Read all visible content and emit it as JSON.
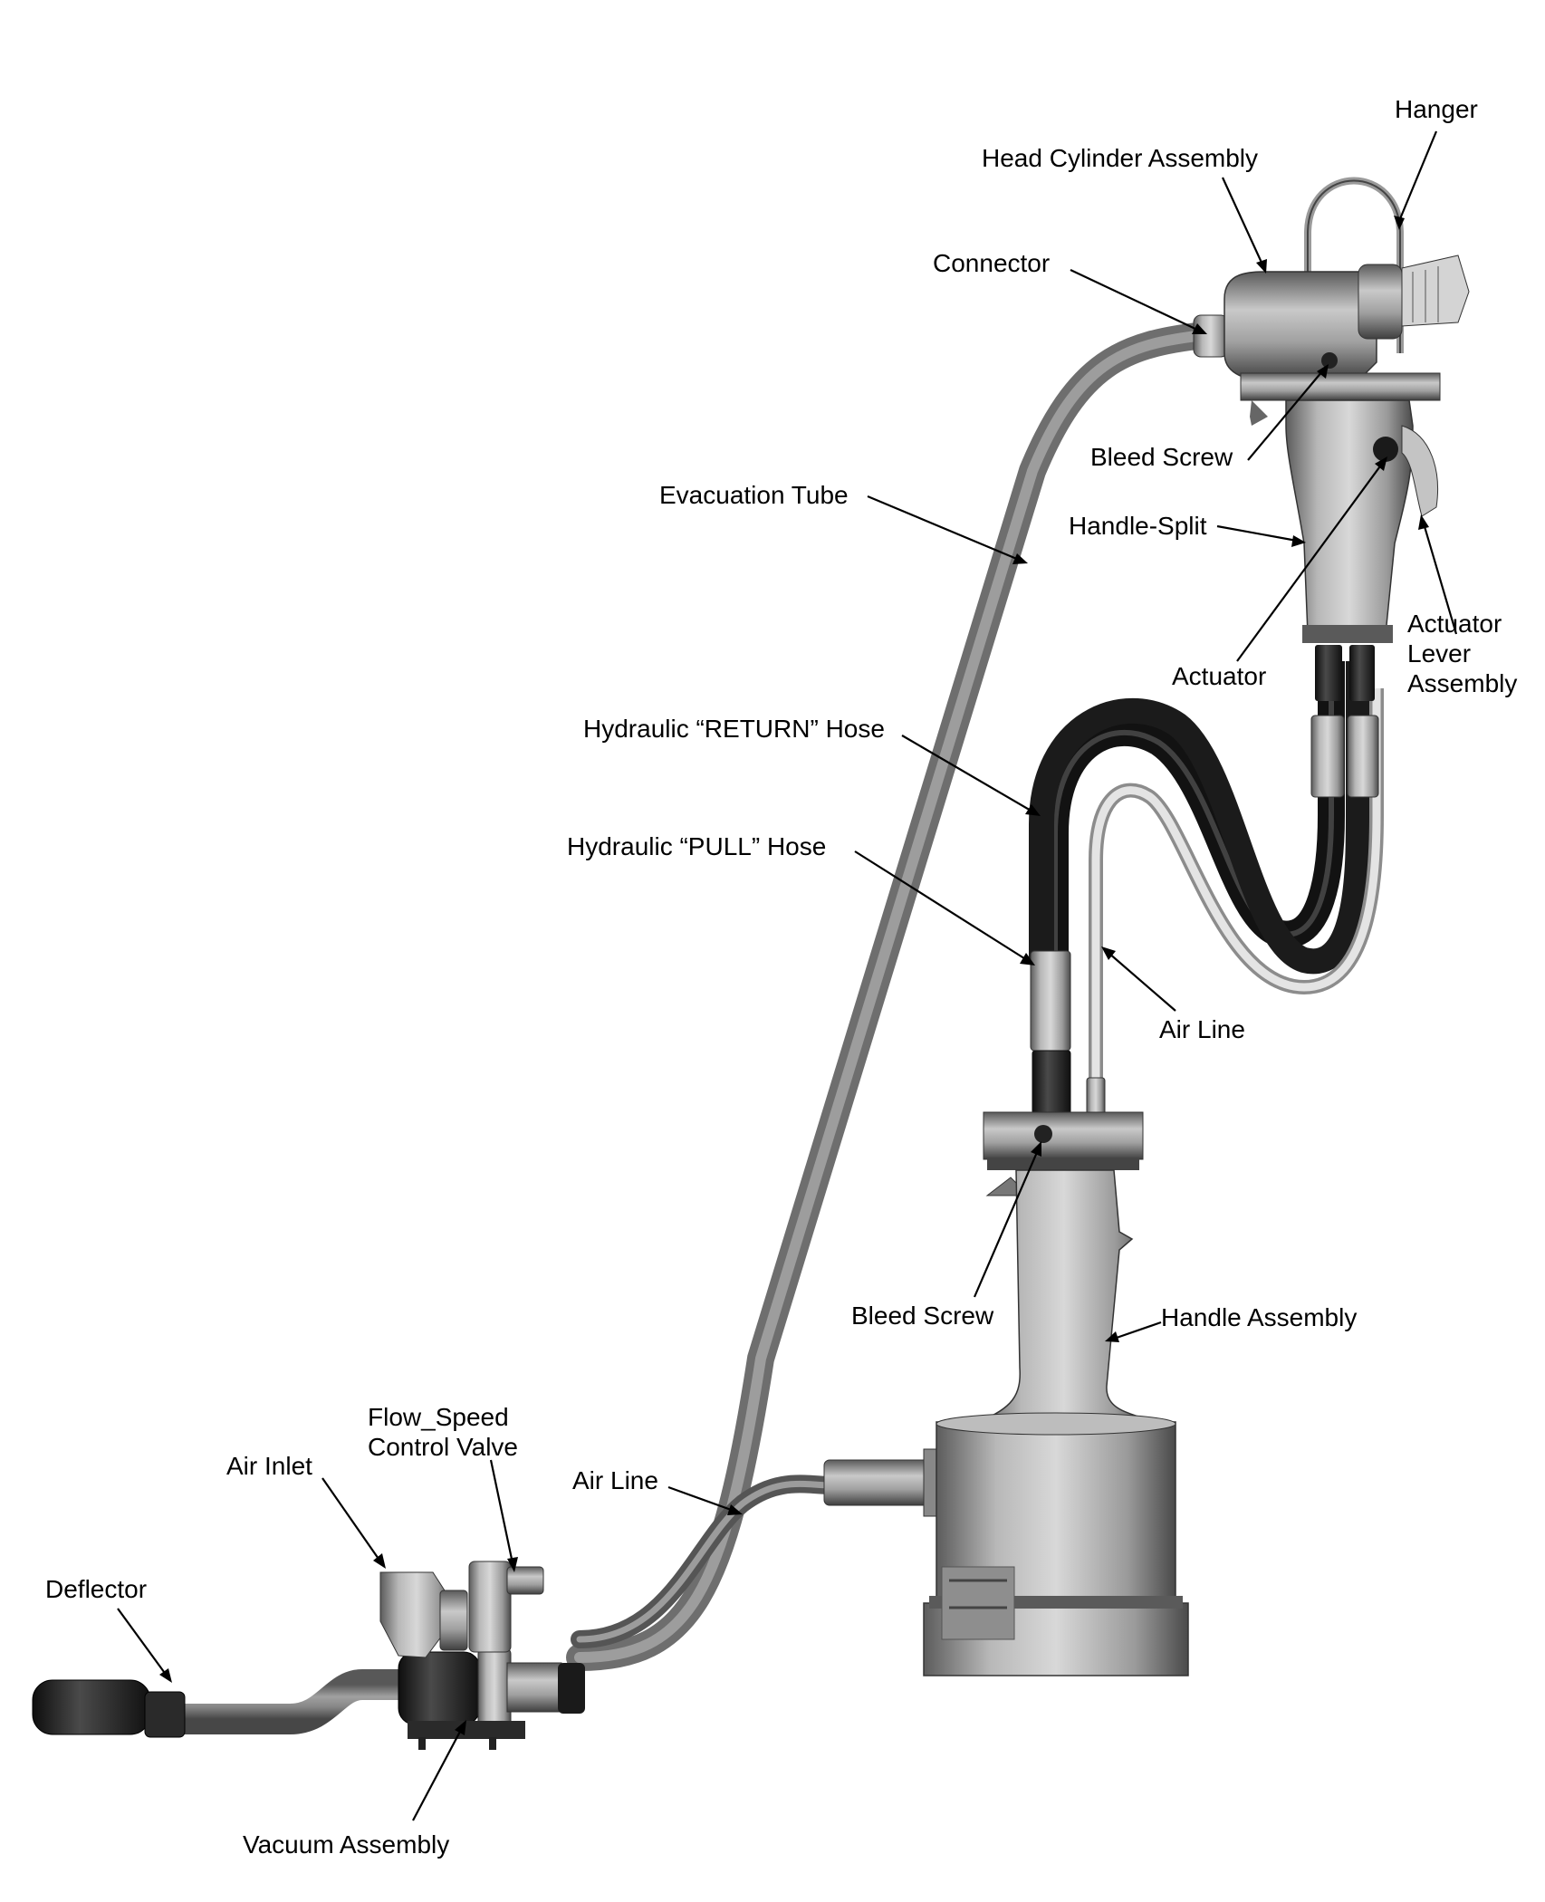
{
  "labels": {
    "hanger": "Hanger",
    "head_cylinder_assembly": "Head Cylinder Assembly",
    "connector": "Connector",
    "bleed_screw_top": "Bleed Screw",
    "evacuation_tube": "Evacuation Tube",
    "handle_split": "Handle-Split",
    "actuator_lever_assembly": [
      "Actuator",
      "Lever",
      "Assembly"
    ],
    "actuator": "Actuator",
    "hydraulic_return_hose": "Hydraulic “RETURN” Hose",
    "hydraulic_pull_hose": "Hydraulic “PULL” Hose",
    "air_line_top": "Air Line",
    "bleed_screw_bottom": "Bleed Screw",
    "handle_assembly": "Handle Assembly",
    "flow_speed_control_valve": [
      "Flow_Speed",
      "Control Valve"
    ],
    "air_inlet": "Air Inlet",
    "air_line_bottom": "Air Line",
    "deflector": "Deflector",
    "vacuum_assembly": "Vacuum Assembly"
  },
  "colors": {
    "background": "#ffffff",
    "text": "#000000",
    "metal": "#9a9a9a",
    "hose_black": "#1a1a1a",
    "air_line": "#d6d6d6"
  }
}
